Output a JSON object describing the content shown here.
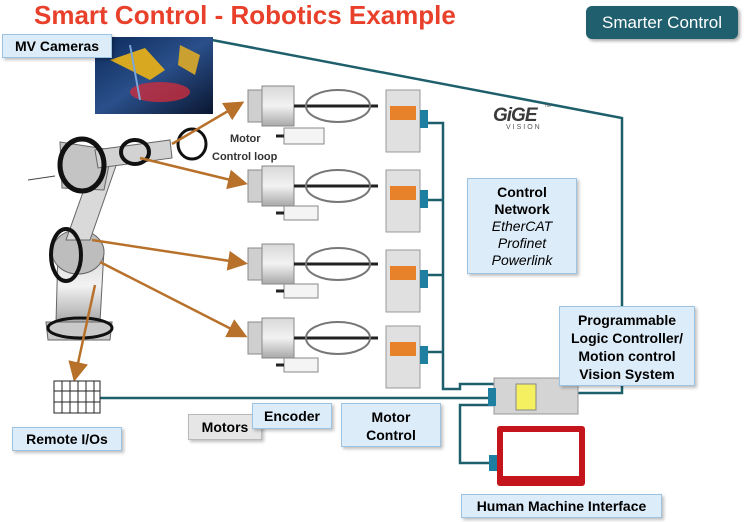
{
  "title": "Smart Control - Robotics Example",
  "badge": "Smarter Control",
  "labels": {
    "mv_cameras": "MV Cameras",
    "remote_io": "Remote I/Os",
    "motors": "Motors",
    "encoder": "Encoder",
    "motor_control": [
      "Motor",
      "Control"
    ],
    "control_network": {
      "title": [
        "Control",
        "Network"
      ],
      "protocols": [
        "EtherCAT",
        "Profinet",
        "Powerlink"
      ]
    },
    "plc": [
      "Programmable",
      "Logic Controller/",
      "Motion control",
      "Vision System"
    ],
    "hmi": "Human Machine Interface"
  },
  "annotations": {
    "motor": "Motor",
    "control_loop": "Control loop",
    "gige": "GiGE",
    "vision": "VISION",
    "tm": "™"
  },
  "colors": {
    "title": "#e8402a",
    "badge": "#1f5f6e",
    "network_line": "#1d5f6b",
    "arrow": "#b8712a",
    "drive_accent": "#e8822a",
    "connector": "#1f7fa0",
    "hmi_frame": "#c4141c",
    "plc_indicator": "#f5f060",
    "label_fill": "#dcecf8"
  }
}
